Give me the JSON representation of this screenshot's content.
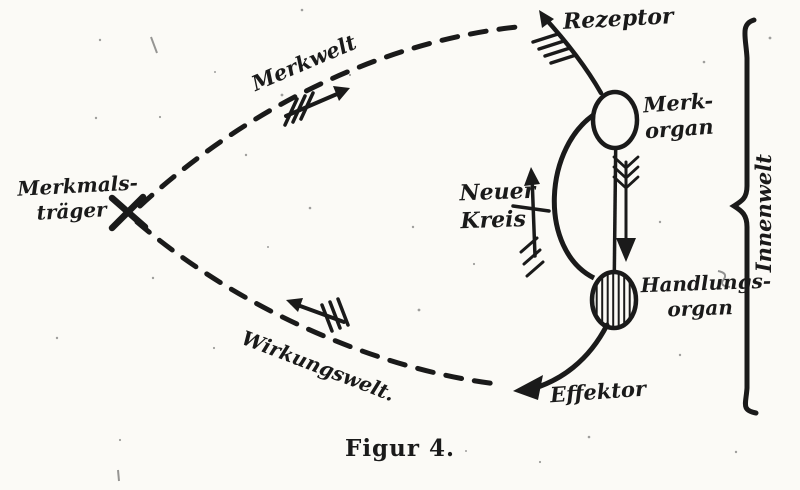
{
  "figure": {
    "caption": "Figur 4.",
    "colors": {
      "ink": "#1a1a1a",
      "paper": "#fbfaf6"
    }
  },
  "labels": {
    "rezeptor": "Rezeptor",
    "merkwelt": "Merkwelt",
    "merkorgan": {
      "line1": "Merk-",
      "line2": "organ"
    },
    "neuer_kreis": {
      "line1": "Neuer",
      "line2": "Kreis"
    },
    "merkmalstraeger": {
      "line1": "Merkmals-",
      "line2": "träger"
    },
    "handlungsorgan": {
      "line1": "Handlungs-",
      "line2": "organ"
    },
    "wirkungswelt": "Wirkungswelt.",
    "effektor": "Effektor",
    "innenwelt": "Innenwelt"
  }
}
